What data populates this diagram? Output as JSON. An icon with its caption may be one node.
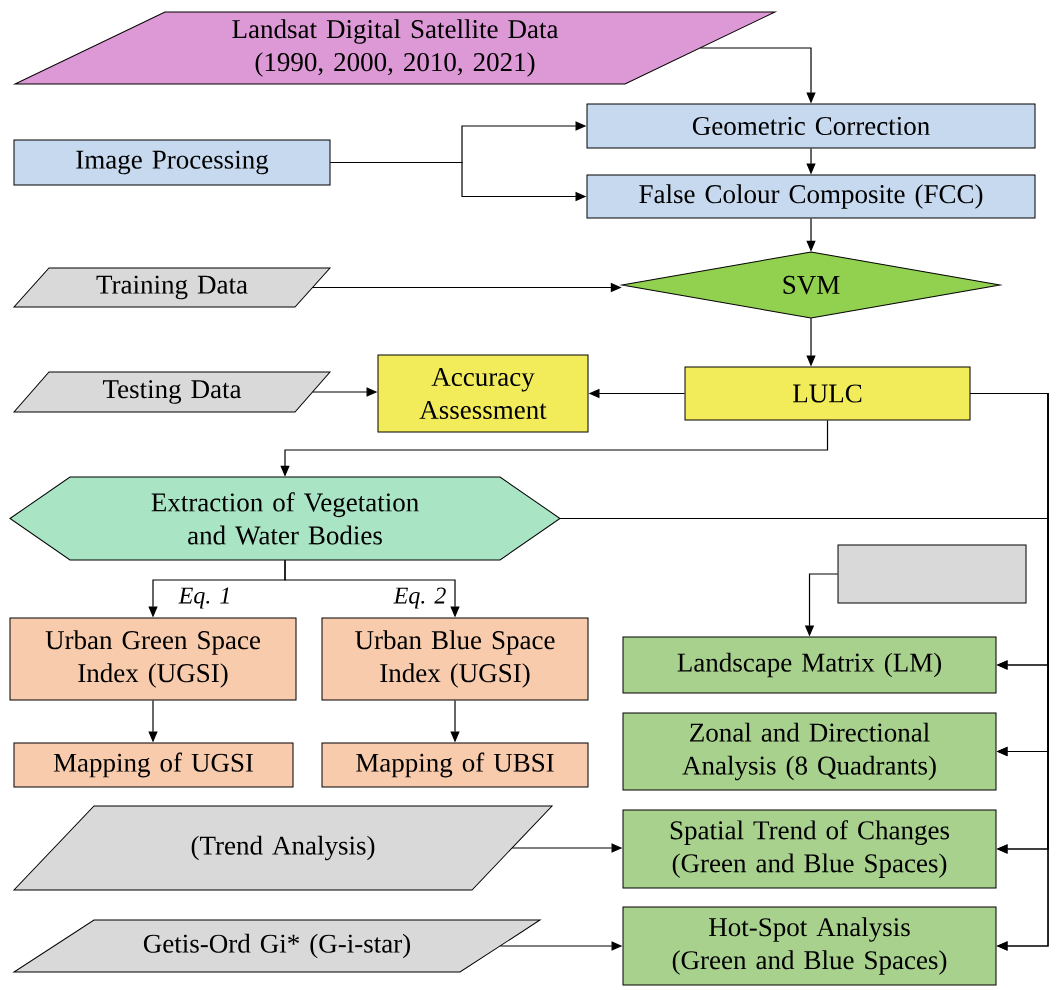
{
  "diagram": {
    "nodes": [
      {
        "text": [
          "Landsat Digital Satellite Data (1990, 2000, 2010, 2021)"
        ]
      },
      {
        "text": [
          "Image Processing"
        ]
      },
      {
        "text": [
          "Geometric Correction"
        ]
      },
      {
        "text": [
          "False Colour Composite (FCC)"
        ]
      },
      {
        "text": [
          "Training Data"
        ]
      },
      {
        "text": [
          "SVM"
        ]
      },
      {
        "text": [
          "Testing Data"
        ]
      },
      {
        "text": [
          "Accuracy Assessment"
        ]
      },
      {
        "text": [
          "LULC"
        ]
      },
      {
        "text": [
          "Extraction of Vegetation and Water Bodies"
        ]
      },
      {
        "text": [
          "Urban Green Space Index (UGSI)"
        ]
      },
      {
        "text": [
          "Urban Blue Space Index (UGSI)"
        ]
      },
      {
        "text": [
          "Mapping of UGSI"
        ]
      },
      {
        "text": [
          "Mapping of UBSI"
        ]
      },
      {
        "text": [
          "(Trend Analysis)"
        ]
      },
      {
        "text": [
          "Getis-Ord Gi* (G-i-star)"
        ]
      },
      {
        "text": [],
        "shape": "box"
      },
      {
        "text": [
          "Landscape Matrix (LM)"
        ]
      },
      {
        "text": [
          "Zonal and Directional Analysis (8 Quadrants)"
        ]
      },
      {
        "text": [
          "Spatial Trend of Changes (Green and Blue Spaces)"
        ]
      },
      {
        "text": [
          "Hot-Spot Analysis (Green and Blue Spaces)"
        ]
      }
    ],
    "edges": [
      {
        "from": 0,
        "to": 2,
        "arrow": "to"
      },
      {
        "from": 1,
        "to": 2,
        "arrow": "to"
      },
      {
        "from": 1,
        "to": 3,
        "arrow": "to"
      },
      {
        "from": 2,
        "to": 3,
        "arrow": "to"
      },
      {
        "from": 3,
        "to": 5,
        "arrow": "to"
      },
      {
        "from": 4,
        "to": 5,
        "arrow": "to"
      },
      {
        "from": 5,
        "to": 8,
        "arrow": "to"
      },
      {
        "from": 6,
        "to": 7,
        "arrow": "to"
      },
      {
        "from": 8,
        "to": 7,
        "arrow": "to"
      },
      {
        "from": 8,
        "to": 9,
        "arrow": "to"
      },
      {
        "from": 9,
        "to": 10,
        "arrow": "to",
        "label": "Eq. 1"
      },
      {
        "from": 9,
        "to": 11,
        "arrow": "to",
        "label": "Eq. 2"
      },
      {
        "from": 10,
        "to": 12,
        "arrow": "to"
      },
      {
        "from": 11,
        "to": 13,
        "arrow": "to"
      },
      {
        "from": 16,
        "to": 17,
        "arrow": "to"
      },
      {
        "from": 14,
        "to": 19,
        "arrow": "to"
      },
      {
        "from": 15,
        "to": 20,
        "arrow": "to"
      },
      {
        "from": 8,
        "to": 17,
        "arrow": "to"
      },
      {
        "from": 8,
        "to": 18,
        "arrow": "to"
      },
      {
        "from": 8,
        "to": 19,
        "arrow": "to"
      },
      {
        "from": 8,
        "to": 20,
        "arrow": "to"
      },
      {
        "from": 9,
        "to": 17,
        "arrow": "to"
      },
      {
        "from": 9,
        "to": 18,
        "arrow": "to"
      },
      {
        "from": 9,
        "to": 19,
        "arrow": "to"
      },
      {
        "from": 9,
        "to": 20,
        "arrow": "to"
      }
    ]
  }
}
